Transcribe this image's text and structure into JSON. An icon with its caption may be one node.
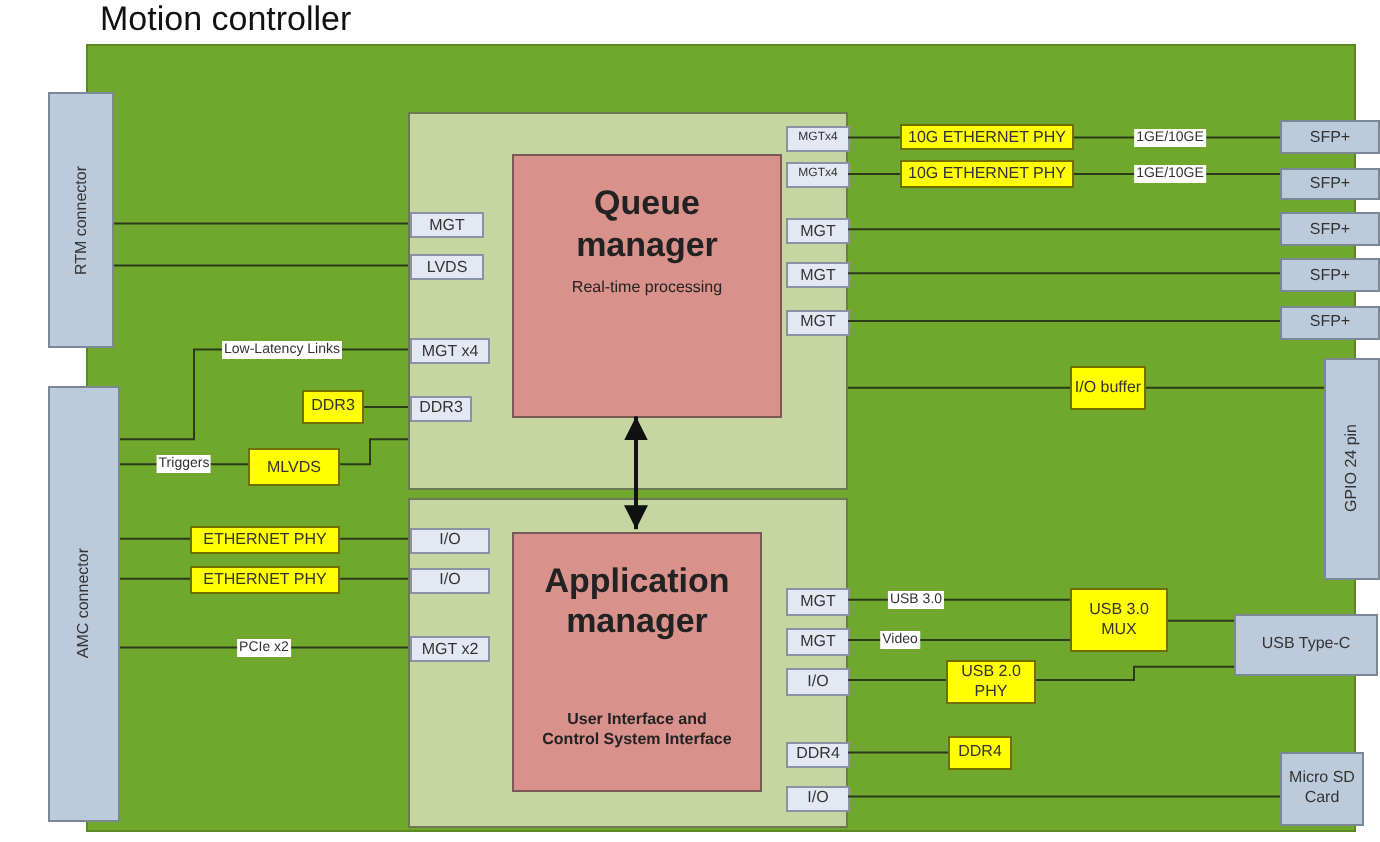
{
  "diagram": {
    "title": "Motion controller",
    "nodes": [
      {
        "text": [
          "RTM connector"
        ]
      },
      {
        "text": [
          "AMC connector"
        ]
      },
      {
        "text": [],
        "shape": "box"
      },
      {
        "text": [
          "Queue manager",
          "Real-time processing"
        ],
        "in": 2
      },
      {
        "text": [
          "MGT"
        ],
        "in": 2
      },
      {
        "text": [
          "LVDS"
        ],
        "in": 2
      },
      {
        "text": [
          "MGT x4"
        ],
        "in": 2
      },
      {
        "text": [
          "DDR3"
        ],
        "in": 2
      },
      {
        "text": [
          "MGTx4"
        ],
        "in": 2
      },
      {
        "text": [
          "MGTx4"
        ],
        "in": 2
      },
      {
        "text": [
          "MGT"
        ],
        "in": 2
      },
      {
        "text": [
          "MGT"
        ],
        "in": 2
      },
      {
        "text": [
          "MGT"
        ],
        "in": 2
      },
      {
        "text": [],
        "shape": "box"
      },
      {
        "text": [
          "Application manager",
          "User Interface and Control System Interface"
        ],
        "in": 13
      },
      {
        "text": [
          "I/O"
        ],
        "in": 13
      },
      {
        "text": [
          "I/O"
        ],
        "in": 13
      },
      {
        "text": [
          "MGT x2"
        ],
        "in": 13
      },
      {
        "text": [
          "MGT"
        ],
        "in": 13
      },
      {
        "text": [
          "MGT"
        ],
        "in": 13
      },
      {
        "text": [
          "I/O"
        ],
        "in": 13
      },
      {
        "text": [
          "DDR4"
        ],
        "in": 13
      },
      {
        "text": [
          "I/O"
        ],
        "in": 13
      },
      {
        "text": [
          "DDR3"
        ]
      },
      {
        "text": [
          "MLVDS"
        ]
      },
      {
        "text": [
          "ETHERNET PHY"
        ]
      },
      {
        "text": [
          "ETHERNET PHY"
        ]
      },
      {
        "text": [
          "10G ETHERNET PHY"
        ]
      },
      {
        "text": [
          "10G ETHERNET PHY"
        ]
      },
      {
        "text": [
          "SFP+"
        ]
      },
      {
        "text": [
          "SFP+"
        ]
      },
      {
        "text": [
          "SFP+"
        ]
      },
      {
        "text": [
          "SFP+"
        ]
      },
      {
        "text": [
          "SFP+"
        ]
      },
      {
        "text": [
          "I/O buffer"
        ]
      },
      {
        "text": [
          "GPIO 24 pin"
        ]
      },
      {
        "text": [
          "USB 3.0 MUX"
        ]
      },
      {
        "text": [
          "USB 2.0 PHY"
        ]
      },
      {
        "text": [
          "USB Type-C"
        ]
      },
      {
        "text": [
          "DDR4"
        ]
      },
      {
        "text": [
          "Micro SD Card"
        ]
      }
    ],
    "edges": [
      {
        "from": 0,
        "to": 4,
        "arrow": "none"
      },
      {
        "from": 0,
        "to": 5,
        "arrow": "none"
      },
      {
        "from": 1,
        "to": 6,
        "arrow": "none",
        "label": "Low-Latency Links"
      },
      {
        "from": 23,
        "to": 7,
        "arrow": "none"
      },
      {
        "from": 1,
        "to": 24,
        "arrow": "none",
        "label": "Triggers"
      },
      {
        "from": 24,
        "to": 2,
        "arrow": "none"
      },
      {
        "from": 3,
        "to": 14,
        "arrow": "both"
      },
      {
        "from": 1,
        "to": 25,
        "arrow": "none"
      },
      {
        "from": 25,
        "to": 15,
        "arrow": "none"
      },
      {
        "from": 1,
        "to": 26,
        "arrow": "none"
      },
      {
        "from": 26,
        "to": 16,
        "arrow": "none"
      },
      {
        "from": 1,
        "to": 17,
        "arrow": "none",
        "label": "PCIe x2"
      },
      {
        "from": 8,
        "to": 27,
        "arrow": "none"
      },
      {
        "from": 27,
        "to": 29,
        "arrow": "none",
        "label": "1GE/10GE"
      },
      {
        "from": 9,
        "to": 28,
        "arrow": "none"
      },
      {
        "from": 28,
        "to": 30,
        "arrow": "none",
        "label": "1GE/10GE"
      },
      {
        "from": 10,
        "to": 31,
        "arrow": "none"
      },
      {
        "from": 11,
        "to": 32,
        "arrow": "none"
      },
      {
        "from": 12,
        "to": 33,
        "arrow": "none"
      },
      {
        "from": 2,
        "to": 34,
        "arrow": "none"
      },
      {
        "from": 34,
        "to": 35,
        "arrow": "none"
      },
      {
        "from": 18,
        "to": 36,
        "arrow": "none",
        "label": "USB 3.0"
      },
      {
        "from": 19,
        "to": 36,
        "arrow": "none",
        "label": "Video"
      },
      {
        "from": 36,
        "to": 38,
        "arrow": "none"
      },
      {
        "from": 20,
        "to": 37,
        "arrow": "none"
      },
      {
        "from": 37,
        "to": 38,
        "arrow": "none"
      },
      {
        "from": 21,
        "to": 39,
        "arrow": "none"
      },
      {
        "from": 22,
        "to": 40,
        "arrow": "none"
      }
    ]
  }
}
